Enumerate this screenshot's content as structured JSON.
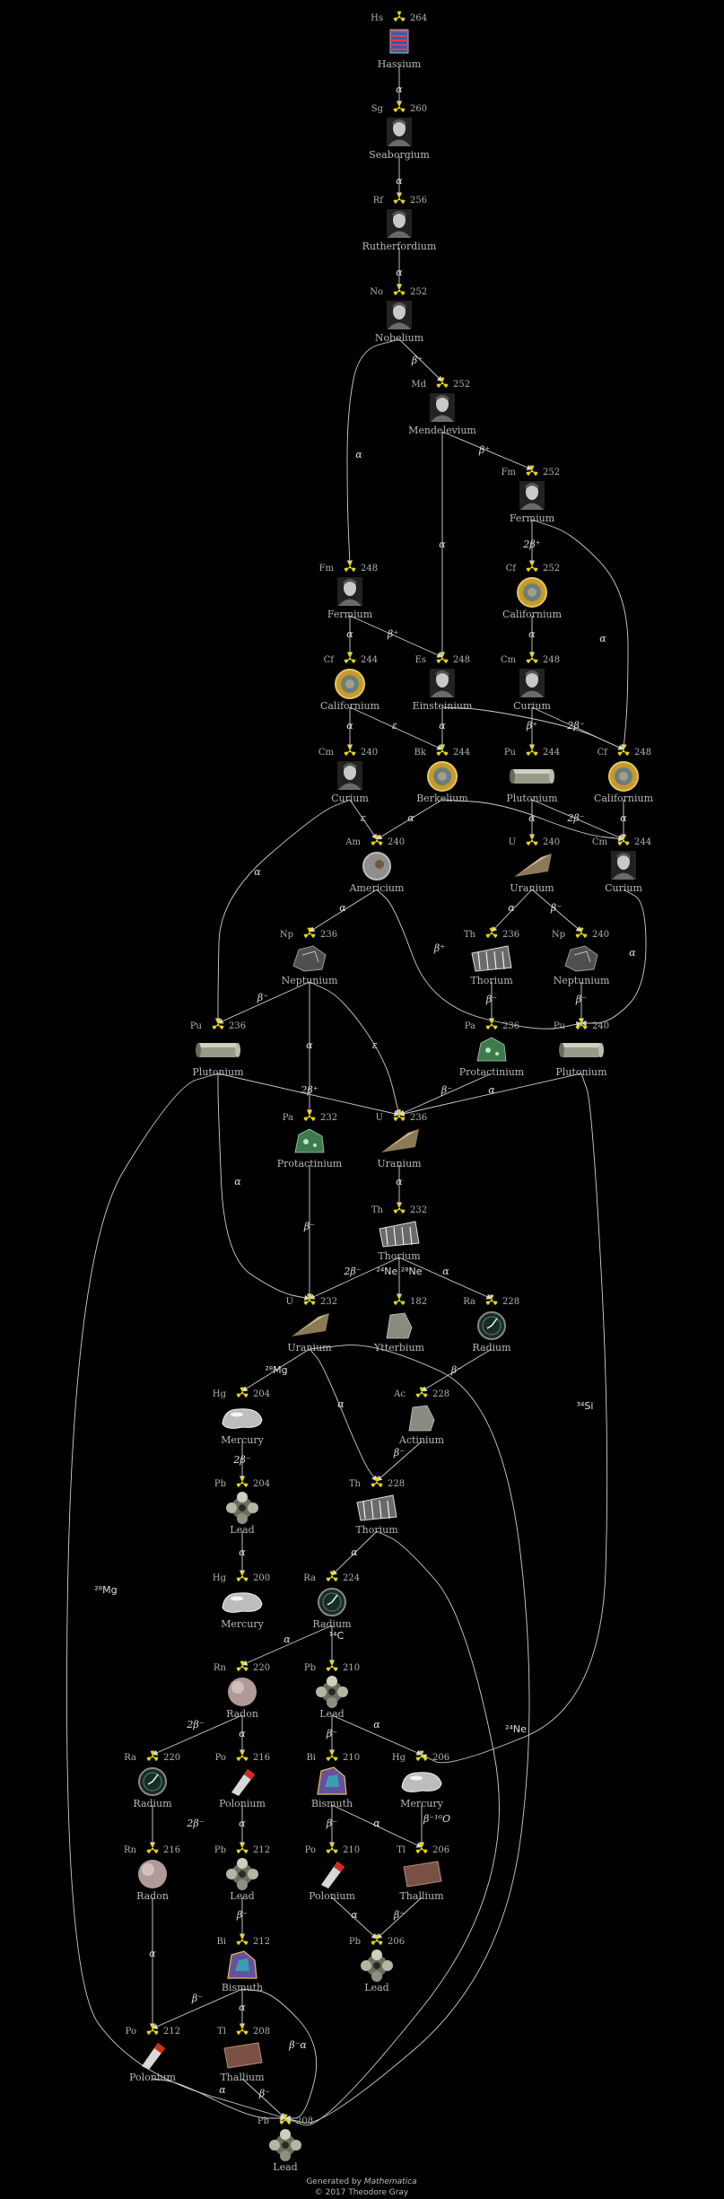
{
  "nodes": [
    {
      "id": "hs264",
      "sym": "Hs",
      "mass": "264",
      "name": "Hassium",
      "img": "flag"
    },
    {
      "id": "sg260",
      "sym": "Sg",
      "mass": "260",
      "name": "Seaborgium",
      "img": "portrait"
    },
    {
      "id": "rf256",
      "sym": "Rf",
      "mass": "256",
      "name": "Rutherfordium",
      "img": "portrait"
    },
    {
      "id": "no252",
      "sym": "No",
      "mass": "252",
      "name": "Nobelium",
      "img": "portrait"
    },
    {
      "id": "md252",
      "sym": "Md",
      "mass": "252",
      "name": "Mendelevium",
      "img": "portrait"
    },
    {
      "id": "fm252",
      "sym": "Fm",
      "mass": "252",
      "name": "Fermium",
      "img": "portrait"
    },
    {
      "id": "fm248",
      "sym": "Fm",
      "mass": "248",
      "name": "Fermium",
      "img": "portrait"
    },
    {
      "id": "cf252",
      "sym": "Cf",
      "mass": "252",
      "name": "Californium",
      "img": "seal"
    },
    {
      "id": "cf244",
      "sym": "Cf",
      "mass": "244",
      "name": "Californium",
      "img": "seal"
    },
    {
      "id": "es248",
      "sym": "Es",
      "mass": "248",
      "name": "Einsteinium",
      "img": "portrait"
    },
    {
      "id": "cm248",
      "sym": "Cm",
      "mass": "248",
      "name": "Curium",
      "img": "portrait"
    },
    {
      "id": "cm240",
      "sym": "Cm",
      "mass": "240",
      "name": "Curium",
      "img": "portrait"
    },
    {
      "id": "bk244",
      "sym": "Bk",
      "mass": "244",
      "name": "Berkelium",
      "img": "seal"
    },
    {
      "id": "pu244",
      "sym": "Pu",
      "mass": "244",
      "name": "Plutonium",
      "img": "cylinder"
    },
    {
      "id": "cf248",
      "sym": "Cf",
      "mass": "248",
      "name": "Californium",
      "img": "seal"
    },
    {
      "id": "am240",
      "sym": "Am",
      "mass": "240",
      "name": "Americium",
      "img": "disc"
    },
    {
      "id": "u240",
      "sym": "U",
      "mass": "240",
      "name": "Uranium",
      "img": "wedge"
    },
    {
      "id": "cm244",
      "sym": "Cm",
      "mass": "244",
      "name": "Curium",
      "img": "portrait"
    },
    {
      "id": "np236",
      "sym": "Np",
      "mass": "236",
      "name": "Neptunium",
      "img": "rock"
    },
    {
      "id": "th236",
      "sym": "Th",
      "mass": "236",
      "name": "Thorium",
      "img": "building"
    },
    {
      "id": "np240",
      "sym": "Np",
      "mass": "240",
      "name": "Neptunium",
      "img": "rock"
    },
    {
      "id": "pu236",
      "sym": "Pu",
      "mass": "236",
      "name": "Plutonium",
      "img": "cylinder"
    },
    {
      "id": "pa236",
      "sym": "Pa",
      "mass": "236",
      "name": "Protactinium",
      "img": "crystal"
    },
    {
      "id": "pu240",
      "sym": "Pu",
      "mass": "240",
      "name": "Plutonium",
      "img": "cylinder"
    },
    {
      "id": "pa232",
      "sym": "Pa",
      "mass": "232",
      "name": "Protactinium",
      "img": "crystal"
    },
    {
      "id": "u236",
      "sym": "U",
      "mass": "236",
      "name": "Uranium",
      "img": "wedge"
    },
    {
      "id": "th232",
      "sym": "Th",
      "mass": "232",
      "name": "Thorium",
      "img": "building"
    },
    {
      "id": "u232",
      "sym": "U",
      "mass": "232",
      "name": "Uranium",
      "img": "wedge"
    },
    {
      "id": "yb182",
      "sym": "",
      "mass": "182",
      "name": "Ytterbium",
      "img": "rock2"
    },
    {
      "id": "ra228",
      "sym": "Ra",
      "mass": "228",
      "name": "Radium",
      "img": "dial"
    },
    {
      "id": "hg204",
      "sym": "Hg",
      "mass": "204",
      "name": "Mercury",
      "img": "blob"
    },
    {
      "id": "ac228",
      "sym": "Ac",
      "mass": "228",
      "name": "Actinium",
      "img": "rock2"
    },
    {
      "id": "pb204",
      "sym": "Pb",
      "mass": "204",
      "name": "Lead",
      "img": "lead"
    },
    {
      "id": "th228",
      "sym": "Th",
      "mass": "228",
      "name": "Thorium",
      "img": "building"
    },
    {
      "id": "hg200",
      "sym": "Hg",
      "mass": "200",
      "name": "Mercury",
      "img": "blob"
    },
    {
      "id": "ra224",
      "sym": "Ra",
      "mass": "224",
      "name": "Radium",
      "img": "dial"
    },
    {
      "id": "rn220",
      "sym": "Rn",
      "mass": "220",
      "name": "Radon",
      "img": "sphere"
    },
    {
      "id": "pb210",
      "sym": "Pb",
      "mass": "210",
      "name": "Lead",
      "img": "lead"
    },
    {
      "id": "ra220",
      "sym": "Ra",
      "mass": "220",
      "name": "Radium",
      "img": "dial"
    },
    {
      "id": "po216",
      "sym": "Po",
      "mass": "216",
      "name": "Polonium",
      "img": "vial"
    },
    {
      "id": "bi210",
      "sym": "Bi",
      "mass": "210",
      "name": "Bismuth",
      "img": "bismuth"
    },
    {
      "id": "hg206",
      "sym": "Hg",
      "mass": "206",
      "name": "Mercury",
      "img": "blob"
    },
    {
      "id": "rn216",
      "sym": "Rn",
      "mass": "216",
      "name": "Radon",
      "img": "sphere"
    },
    {
      "id": "pb212",
      "sym": "Pb",
      "mass": "212",
      "name": "Lead",
      "img": "lead"
    },
    {
      "id": "po210",
      "sym": "Po",
      "mass": "210",
      "name": "Polonium",
      "img": "vial"
    },
    {
      "id": "tl206",
      "sym": "Tl",
      "mass": "206",
      "name": "Thallium",
      "img": "slab"
    },
    {
      "id": "bi212",
      "sym": "Bi",
      "mass": "212",
      "name": "Bismuth",
      "img": "bismuth"
    },
    {
      "id": "pb206",
      "sym": "Pb",
      "mass": "206",
      "name": "Lead",
      "img": "lead"
    },
    {
      "id": "po212",
      "sym": "Po",
      "mass": "212",
      "name": "Polonium",
      "img": "vial"
    },
    {
      "id": "tl208",
      "sym": "Tl",
      "mass": "208",
      "name": "Thallium",
      "img": "slab"
    },
    {
      "id": "pb208",
      "sym": "Pb",
      "mass": "208",
      "name": "Lead",
      "img": "lead"
    }
  ],
  "edges": [
    {
      "from": "hs264",
      "to": "sg260",
      "label": "α"
    },
    {
      "from": "sg260",
      "to": "rf256",
      "label": "α"
    },
    {
      "from": "rf256",
      "to": "no252",
      "label": "α"
    },
    {
      "from": "no252",
      "to": "md252",
      "label": "β⁺"
    },
    {
      "from": "no252",
      "to": "fm248",
      "label": "α"
    },
    {
      "from": "md252",
      "to": "fm252",
      "label": "β⁺"
    },
    {
      "from": "md252",
      "to": "es248",
      "label": "α"
    },
    {
      "from": "fm252",
      "to": "cf252",
      "label": "2β⁺"
    },
    {
      "from": "fm252",
      "to": "cf248",
      "label": "α"
    },
    {
      "from": "fm248",
      "to": "cf244",
      "label": "α"
    },
    {
      "from": "fm248",
      "to": "es248",
      "label": "β⁺"
    },
    {
      "from": "cf252",
      "to": "cm248",
      "label": "α"
    },
    {
      "from": "cf244",
      "to": "cm240",
      "label": "α"
    },
    {
      "from": "cf244",
      "to": "bk244",
      "label": "ε"
    },
    {
      "from": "es248",
      "to": "bk244",
      "label": "α"
    },
    {
      "from": "es248",
      "to": "cf248",
      "label": ""
    },
    {
      "from": "cm248",
      "to": "pu244",
      "label": "β⁺"
    },
    {
      "from": "cm248",
      "to": "cf248",
      "label": "2β⁻"
    },
    {
      "from": "cm240",
      "to": "am240",
      "label": "ε"
    },
    {
      "from": "cm240",
      "to": "pu236",
      "label": "α"
    },
    {
      "from": "bk244",
      "to": "am240",
      "label": "α"
    },
    {
      "from": "bk244",
      "to": "cm244",
      "label": ""
    },
    {
      "from": "pu244",
      "to": "u240",
      "label": "α"
    },
    {
      "from": "pu244",
      "to": "cm244",
      "label": "2β⁻"
    },
    {
      "from": "cf248",
      "to": "cm244",
      "label": "α"
    },
    {
      "from": "am240",
      "to": "np236",
      "label": "α"
    },
    {
      "from": "am240",
      "to": "pu240",
      "label": "β⁺"
    },
    {
      "from": "u240",
      "to": "th236",
      "label": "α"
    },
    {
      "from": "u240",
      "to": "np240",
      "label": "β⁻"
    },
    {
      "from": "cm244",
      "to": "pu240",
      "label": "α"
    },
    {
      "from": "np236",
      "to": "pu236",
      "label": "β⁻"
    },
    {
      "from": "np236",
      "to": "pa232",
      "label": "α"
    },
    {
      "from": "np236",
      "to": "u236",
      "label": "ε"
    },
    {
      "from": "th236",
      "to": "pa236",
      "label": "β⁻"
    },
    {
      "from": "np240",
      "to": "pu240",
      "label": "β⁻"
    },
    {
      "from": "pu236",
      "to": "u232",
      "label": "α"
    },
    {
      "from": "pu236",
      "to": "u236",
      "label": "2β⁺"
    },
    {
      "from": "pu236",
      "to": "pb208",
      "label": "²⁸Mg"
    },
    {
      "from": "pa236",
      "to": "u236",
      "label": "β⁻"
    },
    {
      "from": "pu240",
      "to": "u236",
      "label": "α"
    },
    {
      "from": "pu240",
      "to": "hg206",
      "label": "³⁴Si"
    },
    {
      "from": "pa232",
      "to": "u232",
      "label": "β⁻"
    },
    {
      "from": "u236",
      "to": "th232",
      "label": "α"
    },
    {
      "from": "th232",
      "to": "u232",
      "label": "2β⁻"
    },
    {
      "from": "th232",
      "to": "yb182",
      "label": "²⁴Ne ²⁸Ne"
    },
    {
      "from": "th232",
      "to": "ra228",
      "label": "α"
    },
    {
      "from": "u232",
      "to": "hg204",
      "label": "²⁸Mg"
    },
    {
      "from": "u232",
      "to": "th228",
      "label": "α"
    },
    {
      "from": "u232",
      "to": "pb208",
      "label": "²⁴Ne"
    },
    {
      "from": "ra228",
      "to": "ac228",
      "label": "β⁻"
    },
    {
      "from": "hg204",
      "to": "pb204",
      "label": "2β⁻"
    },
    {
      "from": "ac228",
      "to": "th228",
      "label": "β⁻"
    },
    {
      "from": "pb204",
      "to": "hg200",
      "label": "α"
    },
    {
      "from": "th228",
      "to": "ra224",
      "label": "α"
    },
    {
      "from": "th228",
      "to": "pb208",
      "label": ""
    },
    {
      "from": "ra224",
      "to": "rn220",
      "label": "α"
    },
    {
      "from": "ra224",
      "to": "pb210",
      "label": "¹⁴C"
    },
    {
      "from": "rn220",
      "to": "ra220",
      "label": "2β⁻"
    },
    {
      "from": "rn220",
      "to": "po216",
      "label": "α"
    },
    {
      "from": "pb210",
      "to": "bi210",
      "label": "β⁻"
    },
    {
      "from": "pb210",
      "to": "hg206",
      "label": "α"
    },
    {
      "from": "ra220",
      "to": "rn216",
      "label": "2β⁻"
    },
    {
      "from": "po216",
      "to": "pb212",
      "label": "α"
    },
    {
      "from": "bi210",
      "to": "po210",
      "label": "β⁻"
    },
    {
      "from": "bi210",
      "to": "tl206",
      "label": "α"
    },
    {
      "from": "hg206",
      "to": "tl206",
      "label": "β⁻¹⁰O"
    },
    {
      "from": "rn216",
      "to": "po212",
      "label": "α"
    },
    {
      "from": "pb212",
      "to": "bi212",
      "label": "β⁻"
    },
    {
      "from": "po210",
      "to": "pb206",
      "label": "α"
    },
    {
      "from": "tl206",
      "to": "pb206",
      "label": "β⁻"
    },
    {
      "from": "bi212",
      "to": "po212",
      "label": "β⁻"
    },
    {
      "from": "bi212",
      "to": "tl208",
      "label": "α"
    },
    {
      "from": "bi212",
      "to": "pb208",
      "label": "β⁻α"
    },
    {
      "from": "po212",
      "to": "pb208",
      "label": "α"
    },
    {
      "from": "tl208",
      "to": "pb208",
      "label": "β⁻"
    }
  ],
  "credit": {
    "line1_prefix": "Generated by ",
    "line1_app": "Mathematica",
    "line2": "© 2017 Theodore Gray"
  },
  "colors": {
    "background": "#000000",
    "edge": "#d0d0d0",
    "radiation_symbol": "#e8d800",
    "text": "#b8b8b8"
  }
}
